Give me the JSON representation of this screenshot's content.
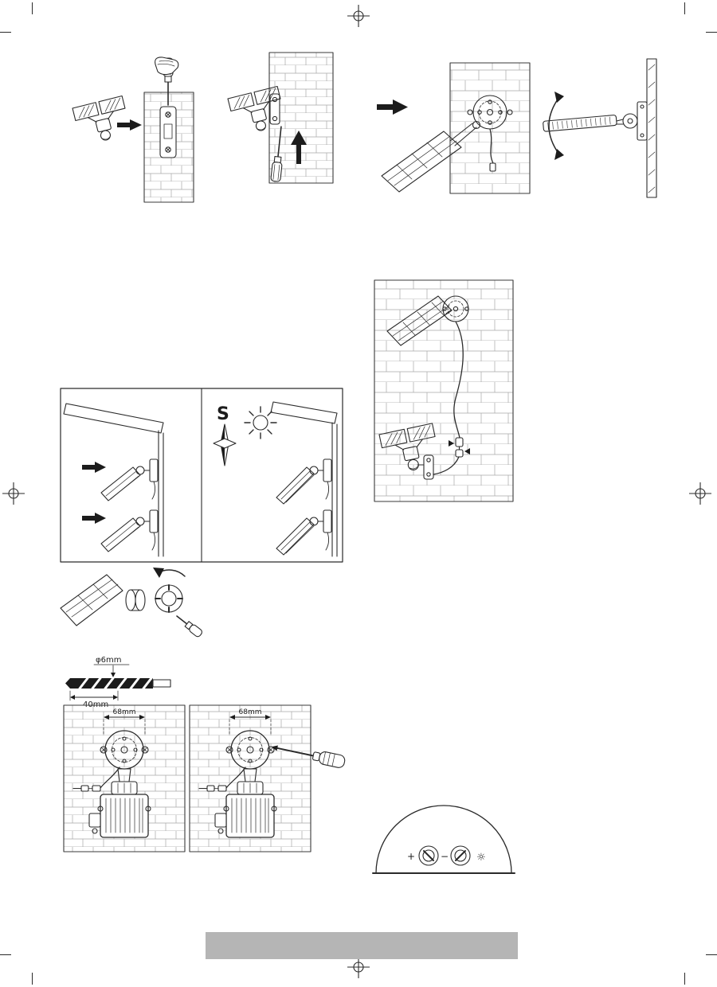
{
  "labels": {
    "compass_south": "S",
    "drill_diameter": "φ6mm",
    "drill_depth": "40mm",
    "plate_spacing_left": "68mm",
    "plate_spacing_right": "68mm",
    "knob_plus": "+",
    "knob_minus": "−",
    "lux_symbol": "☼"
  },
  "colors": {
    "line_art": "#2a2a2a",
    "brick_line": "#a8a8a8",
    "footer_bar": "#b5b5b5",
    "paper": "#ffffff"
  },
  "icons": {
    "arrow_right": "filled right-pointing arrow",
    "arrow_up": "filled up-pointing arrow",
    "tilt_arrow": "curved double-headed arrow",
    "rotation_arrow": "curved arrow",
    "sun": "☼",
    "compass_star": "four-point compass star",
    "screwdriver": "flat-head screwdriver",
    "hand": "hand holding screwdriver",
    "registration_mark": "crosshair circle print mark"
  }
}
